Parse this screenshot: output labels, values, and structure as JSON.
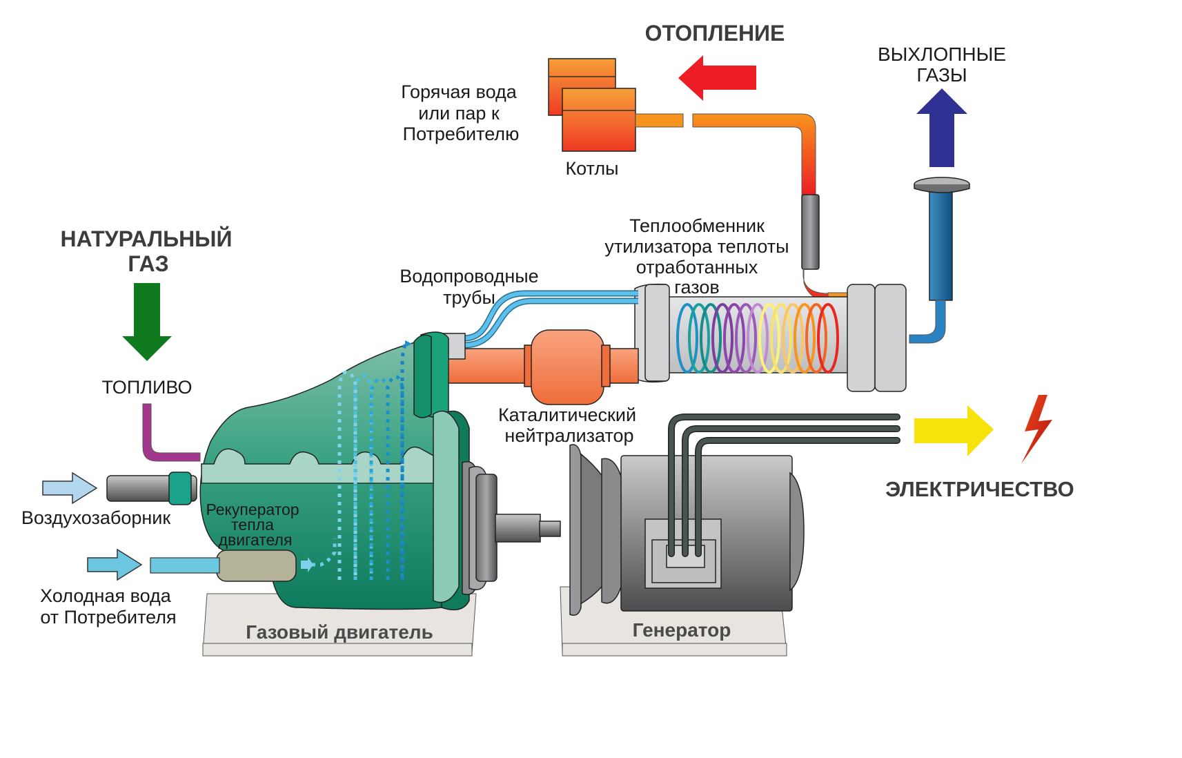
{
  "title": "Когенерационная установка на газовом двигателе",
  "labels": {
    "heating": "ОТОПЛЕНИЕ",
    "exhaust_line1": "ВЫХЛОПНЫЕ",
    "exhaust_line2": "ГАЗЫ",
    "hot_water_line1": "Горячая вода",
    "hot_water_line2": "или пар к",
    "hot_water_line3": "Потребителю",
    "boilers": "Котлы",
    "heat_exchanger_line1": "Теплообменник",
    "heat_exchanger_line2": "утилизатора теплоты",
    "heat_exchanger_line3": "отработанных",
    "heat_exchanger_line4": "газов",
    "water_pipes_line1": "Водопроводные",
    "water_pipes_line2": "трубы",
    "natural_gas_line1": "НАТУРАЛЬНЫЙ",
    "natural_gas_line2": "ГАЗ",
    "fuel": "ТОПЛИВО",
    "catalyst_line1": "Каталитический",
    "catalyst_line2": "нейтрализатор",
    "air_intake": "Воздухозаборник",
    "recuperator_line1": "Рекуператор",
    "recuperator_line2": "тепла",
    "recuperator_line3": "двигателя",
    "cold_water_line1": "Холодная вода",
    "cold_water_line2": "от Потребителя",
    "gas_engine": "Газовый двигатель",
    "generator": "Генератор",
    "electricity": "ЭЛЕКТРИЧЕСТВО"
  },
  "colors": {
    "heating_arrow": "#ee1c25",
    "exhaust_arrow": "#2e3192",
    "gas_arrow": "#0f7a1e",
    "electricity_arrow": "#f7e20a",
    "lightning": "#d8210f",
    "engine": "#138a6a",
    "boiler": "#f7941d",
    "catalyst": "#f58a5a",
    "water_pipe": "#5bc0eb",
    "fuel_pipe": "#a3378f",
    "generator": "#808285",
    "cable": "#3f4a45"
  },
  "coil_colors": [
    "#1e90c8",
    "#1aa0a0",
    "#178a8a",
    "#7b3fa0",
    "#8e44ad",
    "#9b59b6",
    "#c28ad0",
    "#fff27a",
    "#f7e26b",
    "#f9c46b",
    "#f7941d",
    "#f26522",
    "#e8281e"
  ]
}
